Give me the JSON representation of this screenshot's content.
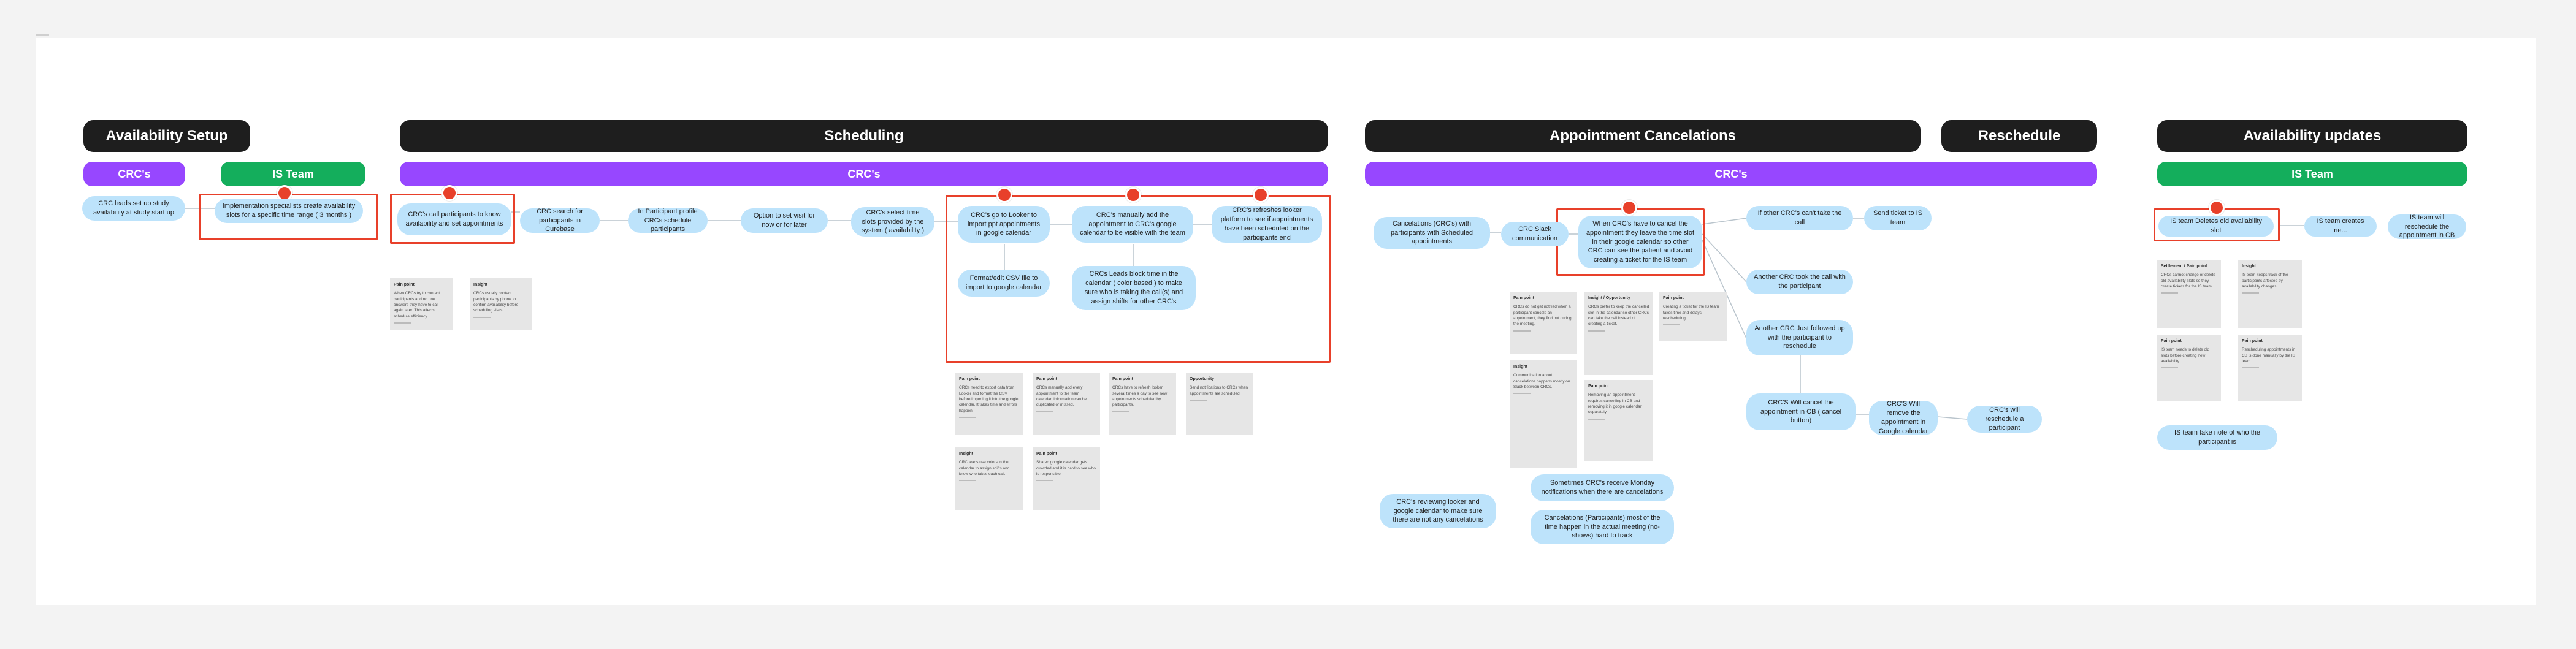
{
  "sections": [
    {
      "title": "Availability Setup"
    },
    {
      "title": "Scheduling"
    },
    {
      "title": "Appointment Cancelations"
    },
    {
      "title": "Reschedule"
    },
    {
      "title": "Availability updates"
    }
  ],
  "roles": [
    {
      "label": "CRC's"
    },
    {
      "label": "IS Team"
    },
    {
      "label": "CRC's"
    },
    {
      "label": "CRC's"
    },
    {
      "label": "IS Team"
    }
  ],
  "nodes": [
    "CRC leads set up study availability at study start up",
    "Implementation specialists create availability slots for a specific time range ( 3 months )",
    "CRC's call participants to know availability and set appointments",
    "CRC search for participants in Curebase",
    "In Participant profile CRCs schedule participants",
    "Option to set visit for now or for later",
    "CRC's select time slots provided by the system ( availability )",
    "CRC's go to Looker to import ppt appointments in google calendar",
    "CRC's manually add the appointment to CRC's google calendar to be visible with the team",
    "CRC's refreshes looker platform to see if appointments have been scheduled on the participants end",
    "Format/edit CSV file to import to google calendar",
    "CRCs Leads block time in the calendar ( color based ) to make sure who is taking the call(s) and assign shifts for other CRC's",
    "Cancelations (CRC's) with participants with Scheduled appointments",
    "CRC Slack communication",
    "When CRC's have to cancel the appointment they leave the time slot in their google calendar so other CRC can see the patient and avoid creating a ticket for the IS team",
    "If other CRC's can't take the call",
    "Send ticket to IS team",
    "Another CRC took the call with the participant",
    "Another CRC Just followed up with the participant to reschedule",
    "CRC'S Will cancel the appointment in CB ( cancel button)",
    "CRC'S Will remove the appointment in Google calendar",
    "CRC's will reschedule a participant",
    "Sometimes CRC's receive Monday notifications when there are cancelations",
    "Cancelations (Participants) most of the time happen in the actual meeting (no-shows) hard to track",
    "CRC's reviewing looker and google calendar to make sure there are not any cancelations",
    "IS team Deletes old availability slot",
    "IS team creates ne...",
    "IS team will reschedule the appointment in CB",
    "IS team take note of who the participant is"
  ],
  "notes": [
    {
      "title": "Pain point",
      "body": "When CRCs try to contact participants and no one answers they have to call again later. This affects schedule efficiency."
    },
    {
      "title": "Insight",
      "body": "CRCs usually contact participants by phone to confirm availability before scheduling visits."
    },
    {
      "title": "Pain point",
      "body": "CRCs need to export data from Looker and format the CSV before importing it into the google calendar. It takes time and errors happen."
    },
    {
      "title": "Pain point",
      "body": "CRCs manually add every appointment to the team calendar. Information can be duplicated or missed."
    },
    {
      "title": "Pain point",
      "body": "CRCs have to refresh looker several times a day to see new appointments scheduled by participants."
    },
    {
      "title": "Opportunity",
      "body": "Send notifications to CRCs when appointments are scheduled."
    },
    {
      "title": "Insight",
      "body": "CRC leads use colors in the calendar to assign shifts and know who takes each call."
    },
    {
      "title": "Pain point",
      "body": "Shared google calendar gets crowded and it is hard to see who is responsible."
    },
    {
      "title": "Pain point",
      "body": "CRCs do not get notified when a participant cancels an appointment, they find out during the meeting."
    },
    {
      "title": "Insight / Opportunity",
      "body": "CRCs prefer to keep the cancelled slot in the calendar so other CRCs can take the call instead of creating a ticket."
    },
    {
      "title": "Pain point",
      "body": "Creating a ticket for the IS team takes time and delays rescheduling."
    },
    {
      "title": "Insight",
      "body": "Communication about cancelations happens mostly on Slack between CRCs."
    },
    {
      "title": "Pain point",
      "body": "Removing an appointment requires cancelling in CB and removing it in google calendar separately."
    },
    {
      "title": "Settlement / Pain point",
      "body": "CRCs cannot change or delete old availability slots so they create tickets for the IS team."
    },
    {
      "title": "Insight",
      "body": "IS team keeps track of the participants affected by availability changes."
    },
    {
      "title": "Pain point",
      "body": "IS team needs to delete old slots before creating new availability."
    },
    {
      "title": "Pain point",
      "body": "Rescheduling appointments in CB is done manually by the IS team."
    }
  ]
}
